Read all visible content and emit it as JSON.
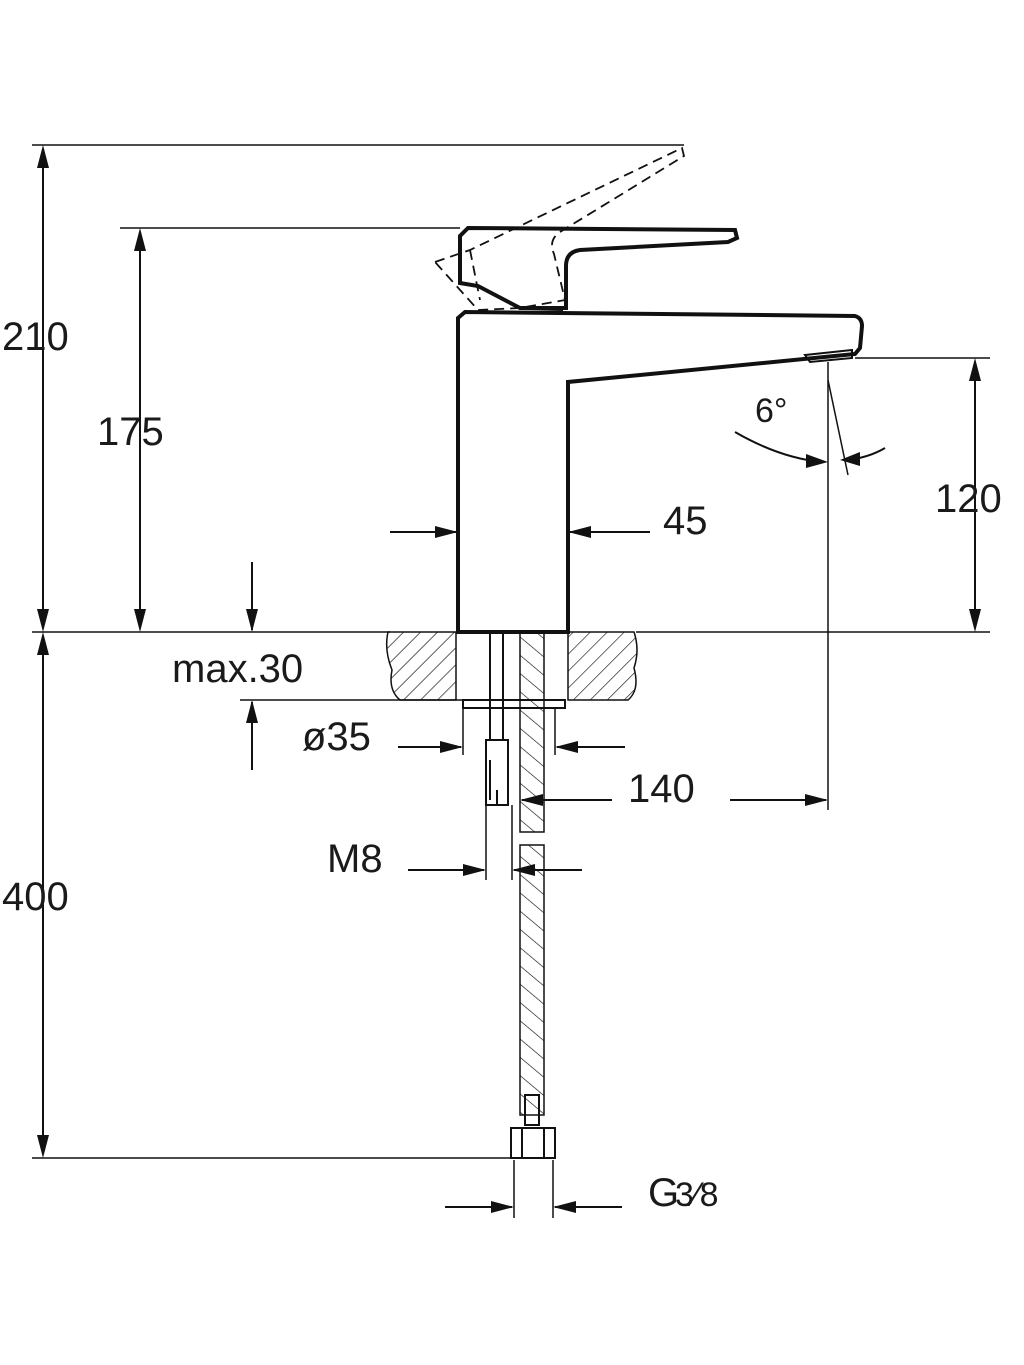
{
  "dimensions": {
    "total_height": "210",
    "lever_height": "175",
    "spout_height": "120",
    "body_width": "45",
    "counter_thickness": "max.30",
    "hole_diameter": "ø35",
    "spout_reach": "140",
    "stud_thread": "M8",
    "hose_length": "400",
    "hose_connection": "G",
    "hose_connection_fraction": "3⁄8",
    "spout_angle": "6°"
  }
}
